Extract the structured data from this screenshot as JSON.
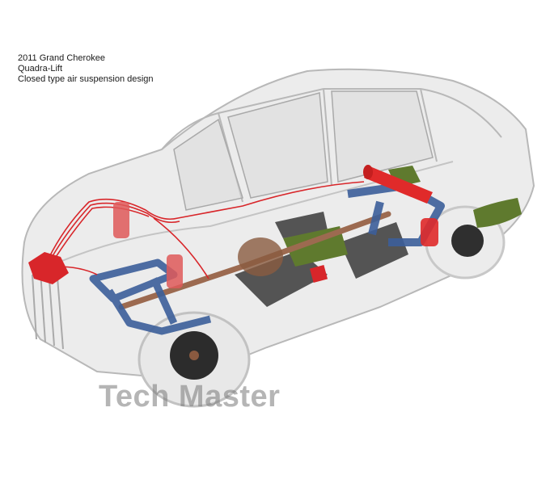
{
  "caption": {
    "line1": "2011 Grand Cherokee",
    "line2": "Quadra-Lift",
    "line3": "Closed type air suspension design"
  },
  "watermark": "Tech Master",
  "illustration": {
    "subject": "transparent SUV cutaway showing air suspension system",
    "components": [
      {
        "name": "air-lines",
        "color": "#d8262a"
      },
      {
        "name": "front-air-springs",
        "color": "#e05a5a"
      },
      {
        "name": "compressor",
        "color": "#d8262a"
      },
      {
        "name": "reservoir-tank",
        "color": "#e02a2a"
      },
      {
        "name": "front-subframe",
        "color": "#3c5f9a"
      },
      {
        "name": "rear-subframe",
        "color": "#3c5f9a"
      },
      {
        "name": "driveshaft",
        "color": "#9c6a50"
      },
      {
        "name": "exhaust-catalysts",
        "color": "#5f7a2e"
      },
      {
        "name": "underbody-shields",
        "color": "#3a3a3a"
      },
      {
        "name": "wheels",
        "color": "#e6e6e6"
      }
    ]
  }
}
